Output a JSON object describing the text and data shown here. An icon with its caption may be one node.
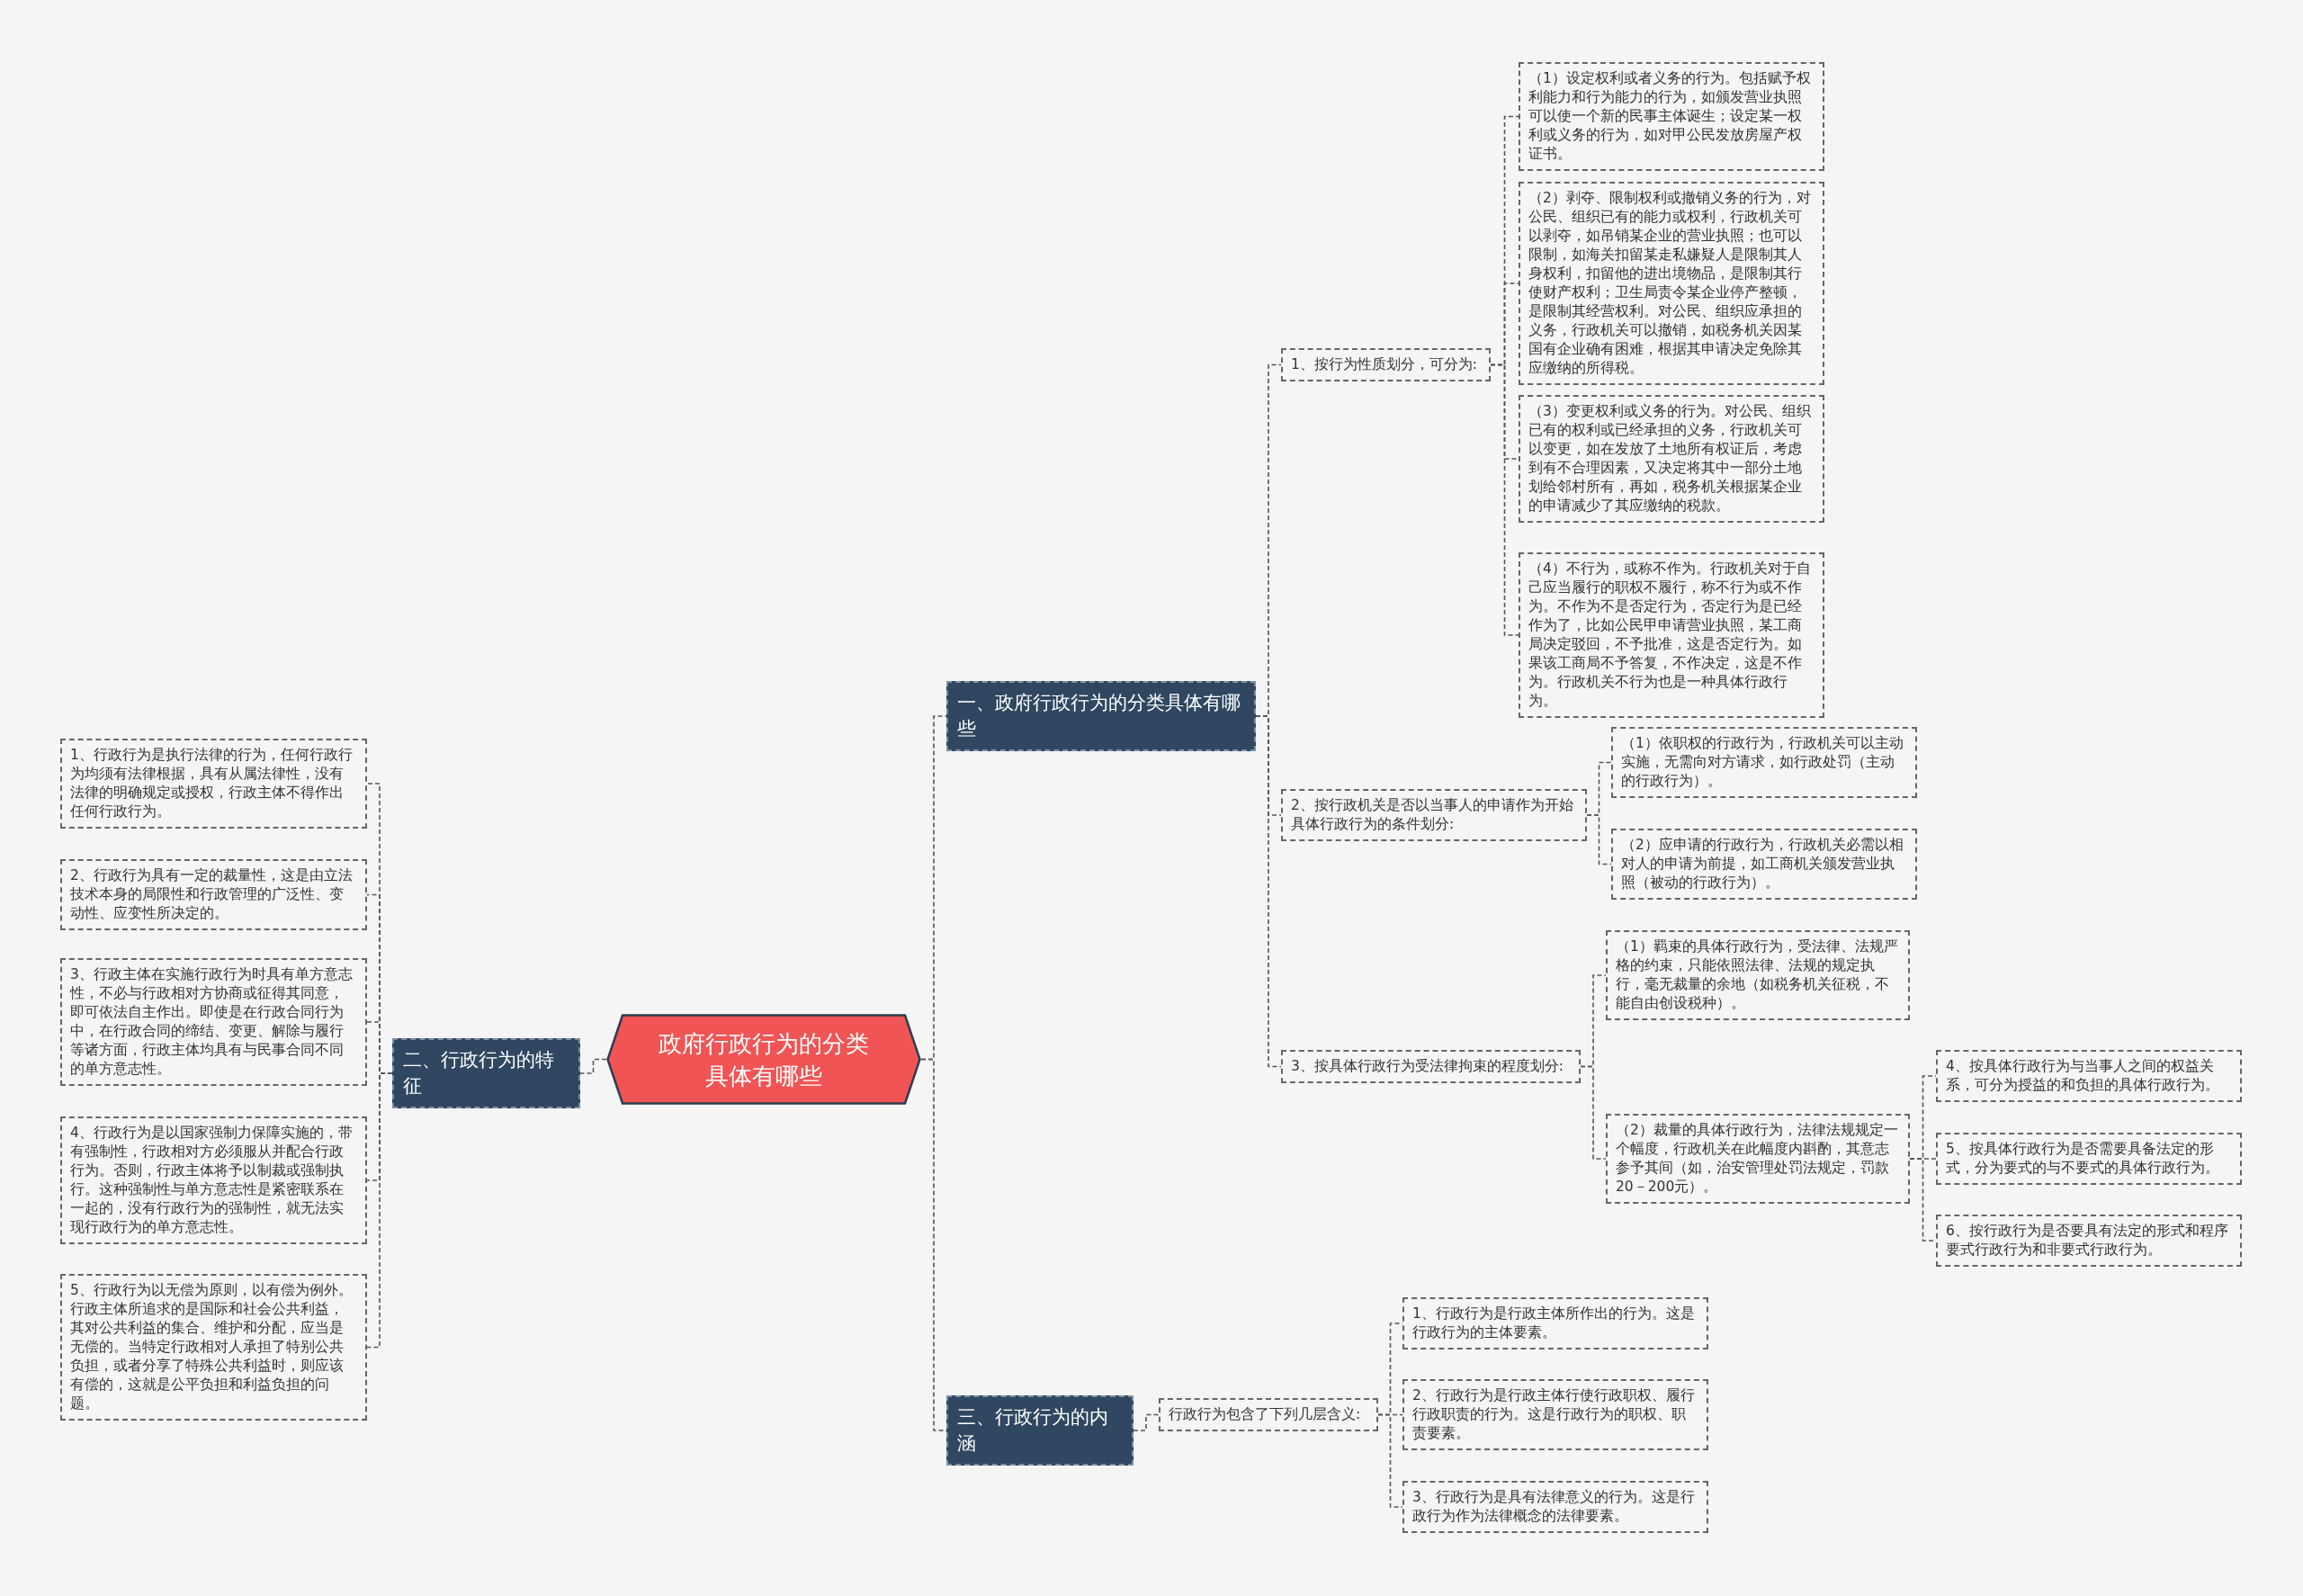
{
  "diagram": {
    "nodes": [
      {
        "text": [
          "政府行政行为的分类具体有哪些"
        ]
      },
      {
        "text": [
          "一、政府行政行为的分类具体有哪些"
        ]
      },
      {
        "text": [
          "1、按行为性质划分，可分为:"
        ]
      },
      {
        "text": [
          "（1）设定权利或者义务的行为。包括赋予权利能力和行为能力的行为，如颁发营业执照可以使一个新的民事主体诞生；设定某一权利或义务的行为，如对甲公民发放房屋产权证书。"
        ]
      },
      {
        "text": [
          "（2）剥夺、限制权利或撤销义务的行为，对公民、组织已有的能力或权利，行政机关可以剥夺，如吊销某企业的营业执照；也可以限制，如海关扣留某走私嫌疑人是限制其人身权利，扣留他的进出境物品，是限制其行使财产权利；卫生局责令某企业停产整顿，是限制其经营权利。对公民、组织应承担的义务，行政机关可以撤销，如税务机关因某国有企业确有困难，根据其申请决定免除其应缴纳的所得税。"
        ]
      },
      {
        "text": [
          "（3）变更权利或义务的行为。对公民、组织已有的权利或已经承担的义务，行政机关可以变更，如在发放了土地所有权证后，考虑到有不合理因素，又决定将其中一部分土地划给邻村所有，再如，税务机关根据某企业的申请减少了其应缴纳的税款。"
        ]
      },
      {
        "text": [
          "（4）不行为，或称不作为。行政机关对于自己应当履行的职权不履行，称不行为或不作为。不作为不是否定行为，否定行为是已经作为了，比如公民甲申请营业执照，某工商局决定驳回，不予批准，这是否定行为。如果该工商局不予答复，不作决定，这是不作为。行政机关不行为也是一种具体行政行为。"
        ]
      },
      {
        "text": [
          "2、按行政机关是否以当事人的申请作为开始具体行政行为的条件划分:"
        ]
      },
      {
        "text": [
          "（1）依职权的行政行为，行政机关可以主动实施，无需向对方请求，如行政处罚（主动的行政行为）。"
        ]
      },
      {
        "text": [
          "（2）应申请的行政行为，行政机关必需以相对人的申请为前提，如工商机关颁发营业执照（被动的行政行为）。"
        ]
      },
      {
        "text": [
          "3、按具体行政行为受法律拘束的程度划分:"
        ]
      },
      {
        "text": [
          "（1）羁束的具体行政行为，受法律、法规严格的约束，只能依照法律、法规的规定执行，毫无裁量的余地（如税务机关征税，不能自由创设税种）。"
        ]
      },
      {
        "text": [
          "（2）裁量的具体行政行为，法律法规规定一个幅度，行政机关在此幅度内斟酌，其意志参予其间（如，治安管理处罚法规定，罚款20－200元）。"
        ]
      },
      {
        "text": [
          "4、按具体行政行为与当事人之间的权益关系，可分为授益的和负担的具体行政行为。"
        ]
      },
      {
        "text": [
          "5、按具体行政行为是否需要具备法定的形式，分为要式的与不要式的具体行政行为。"
        ]
      },
      {
        "text": [
          "6、按行政行为是否要具有法定的形式和程序要式行政行为和非要式行政行为。"
        ]
      },
      {
        "text": [
          "二、行政行为的特征"
        ]
      },
      {
        "text": [
          "1、行政行为是执行法律的行为，任何行政行为均须有法律根据，具有从属法律性，没有法律的明确规定或授权，行政主体不得作出任何行政行为。"
        ]
      },
      {
        "text": [
          "2、行政行为具有一定的裁量性，这是由立法技术本身的局限性和行政管理的广泛性、变动性、应变性所决定的。"
        ]
      },
      {
        "text": [
          "3、行政主体在实施行政行为时具有单方意志性，不必与行政相对方协商或征得其同意，即可依法自主作出。即使是在行政合同行为中，在行政合同的缔结、变更、解除与履行等诸方面，行政主体均具有与民事合同不同的单方意志性。"
        ]
      },
      {
        "text": [
          "4、行政行为是以国家强制力保障实施的，带有强制性，行政相对方必须服从并配合行政行为。否则，行政主体将予以制裁或强制执行。这种强制性与单方意志性是紧密联系在一起的，没有行政行为的强制性，就无法实现行政行为的单方意志性。"
        ]
      },
      {
        "text": [
          "5、行政行为以无偿为原则，以有偿为例外。行政主体所追求的是国际和社会公共利益，其对公共利益的集合、维护和分配，应当是无偿的。当特定行政相对人承担了特别公共负担，或者分享了特殊公共利益时，则应该有偿的，这就是公平负担和利益负担的问题。"
        ]
      },
      {
        "text": [
          "三、行政行为的内涵"
        ]
      },
      {
        "text": [
          "行政行为包含了下列几层含义:"
        ]
      },
      {
        "text": [
          "1、行政行为是行政主体所作出的行为。这是行政行为的主体要素。"
        ]
      },
      {
        "text": [
          "2、行政行为是行政主体行使行政职权、履行行政职责的行为。这是行政行为的职权、职责要素。"
        ]
      },
      {
        "text": [
          "3、行政行为是具有法律意义的行为。这是行政行为作为法律概念的法律要素。"
        ]
      }
    ],
    "edges": [
      {
        "from": 0,
        "to": 1,
        "arrow": "none"
      },
      {
        "from": 1,
        "to": 2,
        "arrow": "none"
      },
      {
        "from": 2,
        "to": 3,
        "arrow": "none"
      },
      {
        "from": 2,
        "to": 4,
        "arrow": "none"
      },
      {
        "from": 2,
        "to": 5,
        "arrow": "none"
      },
      {
        "from": 2,
        "to": 6,
        "arrow": "none"
      },
      {
        "from": 1,
        "to": 7,
        "arrow": "none"
      },
      {
        "from": 7,
        "to": 8,
        "arrow": "none"
      },
      {
        "from": 7,
        "to": 9,
        "arrow": "none"
      },
      {
        "from": 1,
        "to": 10,
        "arrow": "none"
      },
      {
        "from": 10,
        "to": 11,
        "arrow": "none"
      },
      {
        "from": 10,
        "to": 12,
        "arrow": "none"
      },
      {
        "from": 12,
        "to": 13,
        "arrow": "none"
      },
      {
        "from": 12,
        "to": 14,
        "arrow": "none"
      },
      {
        "from": 12,
        "to": 15,
        "arrow": "none"
      },
      {
        "from": 0,
        "to": 16,
        "arrow": "none"
      },
      {
        "from": 16,
        "to": 17,
        "arrow": "none"
      },
      {
        "from": 16,
        "to": 18,
        "arrow": "none"
      },
      {
        "from": 16,
        "to": 19,
        "arrow": "none"
      },
      {
        "from": 16,
        "to": 20,
        "arrow": "none"
      },
      {
        "from": 16,
        "to": 21,
        "arrow": "none"
      },
      {
        "from": 0,
        "to": 22,
        "arrow": "none"
      },
      {
        "from": 22,
        "to": 23,
        "arrow": "none"
      },
      {
        "from": 23,
        "to": 24,
        "arrow": "none"
      },
      {
        "from": 23,
        "to": 25,
        "arrow": "none"
      },
      {
        "from": 23,
        "to": 26,
        "arrow": "none"
      }
    ]
  }
}
